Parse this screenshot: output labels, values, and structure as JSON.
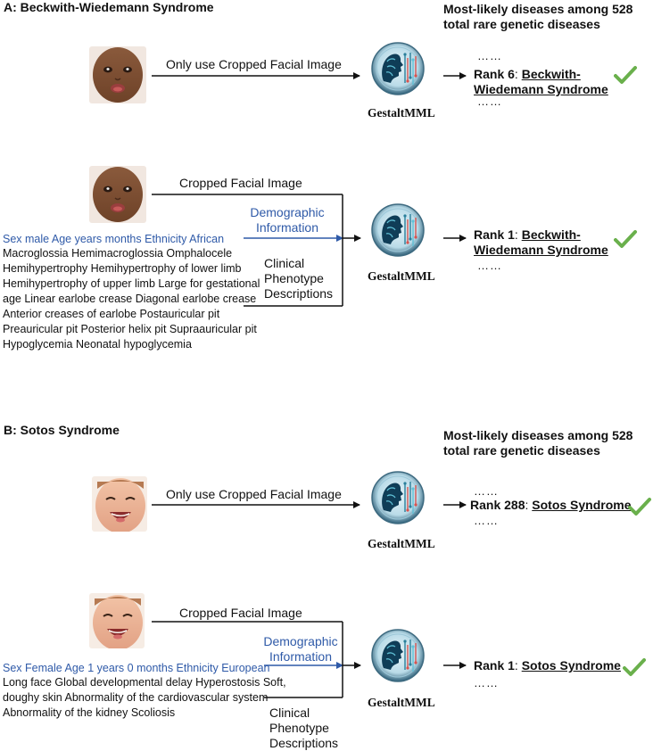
{
  "section_a": {
    "title": "A: Beckwith-Wiedemann Syndrome",
    "header_line1": "Most-likely diseases among 528",
    "header_line2": "total rare genetic diseases",
    "row1": {
      "arrow_label": "Only use Cropped Facial Image",
      "model": "GestaltMML",
      "dots_top": "……",
      "rank_label": "Rank 6",
      "disease_line1": "Beckwith-",
      "disease_line2": "Wiedemann Syndrome",
      "dots_bottom": "……"
    },
    "row2": {
      "cropped_label": "Cropped Facial Image",
      "demographic_label_1": "Demographic",
      "demographic_label_2": "Information",
      "clinical_label_1": "Clinical",
      "clinical_label_2": "Phenotype",
      "clinical_label_3": "Descriptions",
      "demographic_text": "Sex male Age  years  months Ethnicity African",
      "clinical_lines": [
        "Macroglossia Hemimacroglossia Omphalocele",
        "Hemihypertrophy Hemihypertrophy of lower limb",
        "Hemihypertrophy of upper limb Large for gestational",
        "age Linear earlobe crease Diagonal earlobe crease",
        "Anterior creases of earlobe Postauricular pit",
        "Preauricular pit Posterior helix pit Supraauricular pit",
        "Hypoglycemia Neonatal hypoglycemia"
      ],
      "model": "GestaltMML",
      "rank_label": "Rank 1",
      "disease_line1": "Beckwith-",
      "disease_line2": "Wiedemann Syndrome",
      "dots_bottom": "……"
    }
  },
  "section_b": {
    "title": "B: Sotos Syndrome",
    "header_line1": "Most-likely diseases among 528",
    "header_line2": "total rare genetic diseases",
    "row1": {
      "arrow_label": "Only use Cropped Facial Image",
      "model": "GestaltMML",
      "dots_top": "……",
      "rank_label": "Rank 288",
      "disease": "Sotos Syndrome",
      "dots_bottom": "……"
    },
    "row2": {
      "cropped_label": "Cropped Facial Image",
      "demographic_label_1": "Demographic",
      "demographic_label_2": "Information",
      "clinical_label_1": "Clinical",
      "clinical_label_2": "Phenotype",
      "clinical_label_3": "Descriptions",
      "demographic_text": "Sex Female Age 1 years 0 months Ethnicity European",
      "clinical_lines": [
        "Long face Global developmental delay Hyperostosis Soft,",
        "doughy skin Abnormality of the cardiovascular system",
        "Abnormality of the kidney Scoliosis"
      ],
      "model": "GestaltMML",
      "rank_label": "Rank 1",
      "disease": "Sotos Syndrome",
      "dots_bottom": "……"
    }
  },
  "colors": {
    "check": "#6ab04c",
    "demographic_blue": "#2f5aa8",
    "arrow": "#111111"
  },
  "icons": [
    "face-photo-infant-a",
    "face-photo-infant-b",
    "gestaltmml-logo-icon",
    "check-icon"
  ]
}
